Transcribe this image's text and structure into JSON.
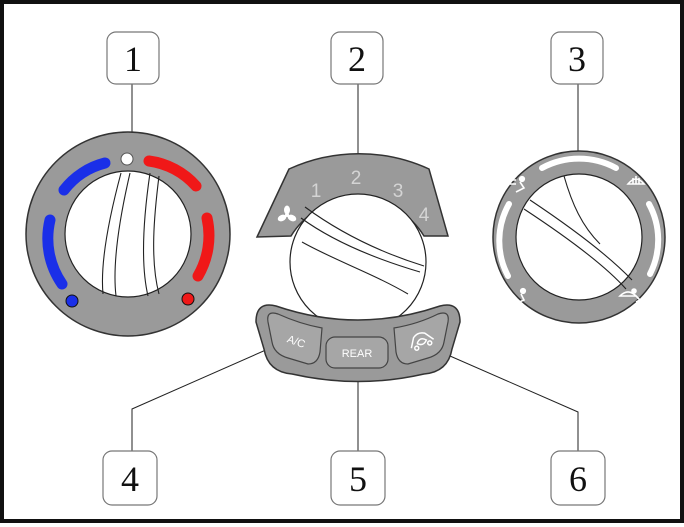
{
  "callouts": [
    {
      "number": "1",
      "target": "temperature-knob"
    },
    {
      "number": "2",
      "target": "fan-speed-knob"
    },
    {
      "number": "3",
      "target": "airflow-mode-knob"
    },
    {
      "number": "4",
      "target": "ac-button"
    },
    {
      "number": "5",
      "target": "rear-defrost-button"
    },
    {
      "number": "6",
      "target": "recirculation-button"
    }
  ],
  "fan_speeds": [
    "1",
    "2",
    "3",
    "4"
  ],
  "buttons": {
    "ac_label": "A/C",
    "rear_label": "REAR"
  },
  "colors": {
    "cold": "#1a2fe8",
    "hot": "#f01818",
    "panel": "#9a9a9a",
    "outline": "#333333",
    "tick": "#ffffff"
  },
  "icons": [
    "fan-icon",
    "face-vent-icon",
    "windshield-defrost-icon",
    "foot-vent-icon",
    "foot-defrost-icon",
    "recirculation-icon"
  ]
}
